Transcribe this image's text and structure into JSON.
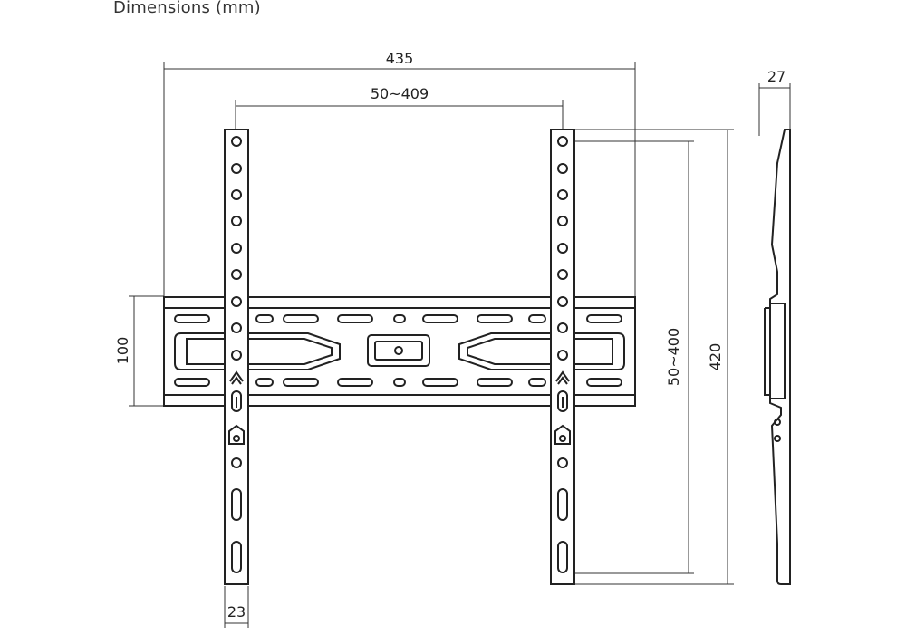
{
  "title": "Dimensions (mm)",
  "dimensions": {
    "overall_width": "435",
    "hole_spacing_horizontal": "50~409",
    "plate_height": "100",
    "hole_spacing_vertical": "50~400",
    "overall_height": "420",
    "depth": "27",
    "arm_width": "23"
  },
  "colors": {
    "line": "#222222",
    "text": "#222222",
    "background": "#ffffff"
  }
}
